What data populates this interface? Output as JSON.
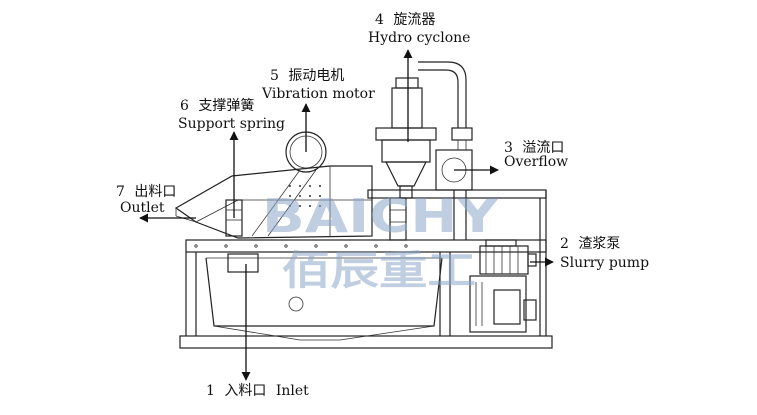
{
  "callouts": [
    {
      "num": "1",
      "cn": "入料口",
      "en": "Inlet"
    },
    {
      "num": "2",
      "cn": "渣浆泵",
      "en": "Slurry pump"
    },
    {
      "num": "3",
      "cn": "溢流口",
      "en": "Overflow"
    },
    {
      "num": "4",
      "cn": "旋流器",
      "en": "Hydro cyclone"
    },
    {
      "num": "5",
      "cn": "振动电机",
      "en": "Vibration motor"
    },
    {
      "num": "6",
      "cn": "支撑弹簧",
      "en": "Support spring"
    },
    {
      "num": "7",
      "cn": "出料口",
      "en": "Outlet"
    }
  ],
  "watermark": {
    "latin": "BAICHY",
    "chinese": "佰辰重工",
    "color": "#8aa6c9"
  }
}
